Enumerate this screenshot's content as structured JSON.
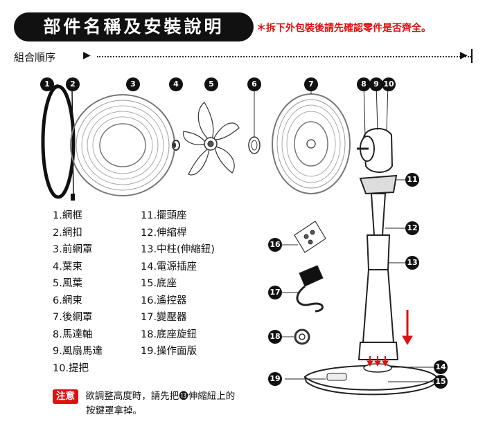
{
  "header": {
    "title": "部件名稱及安裝說明",
    "note": "＊拆下外包裝後請先確認零件是否齊全。"
  },
  "sequence": {
    "label": "組合順序"
  },
  "badges": [
    "1",
    "2",
    "3",
    "4",
    "5",
    "6",
    "7",
    "8",
    "9",
    "10",
    "11",
    "12",
    "13",
    "16",
    "17",
    "18",
    "19",
    "14",
    "15"
  ],
  "parts_left": [
    "1.網框",
    "2.網扣",
    "3.前網罩",
    "4.葉束",
    "5.風葉",
    "6.網束",
    "7.後網罩",
    "8.馬達軸",
    "9.風扇馬達",
    "10.提把"
  ],
  "parts_right": [
    "11.擺頭座",
    "12.伸縮桿",
    "13.中柱(伸縮鈕)",
    "14.電源插座",
    "15.底座",
    "16.遙控器",
    "17.變壓器",
    "18.底座旋鈕",
    "19.操作面版"
  ],
  "warning": {
    "tag": "注意",
    "line1": "欲調整高度時，請先把⓭伸縮紐上的",
    "line2": "按鍵罩拿掉。"
  },
  "colors": {
    "accent": "#d11111",
    "dark": "#111111"
  }
}
